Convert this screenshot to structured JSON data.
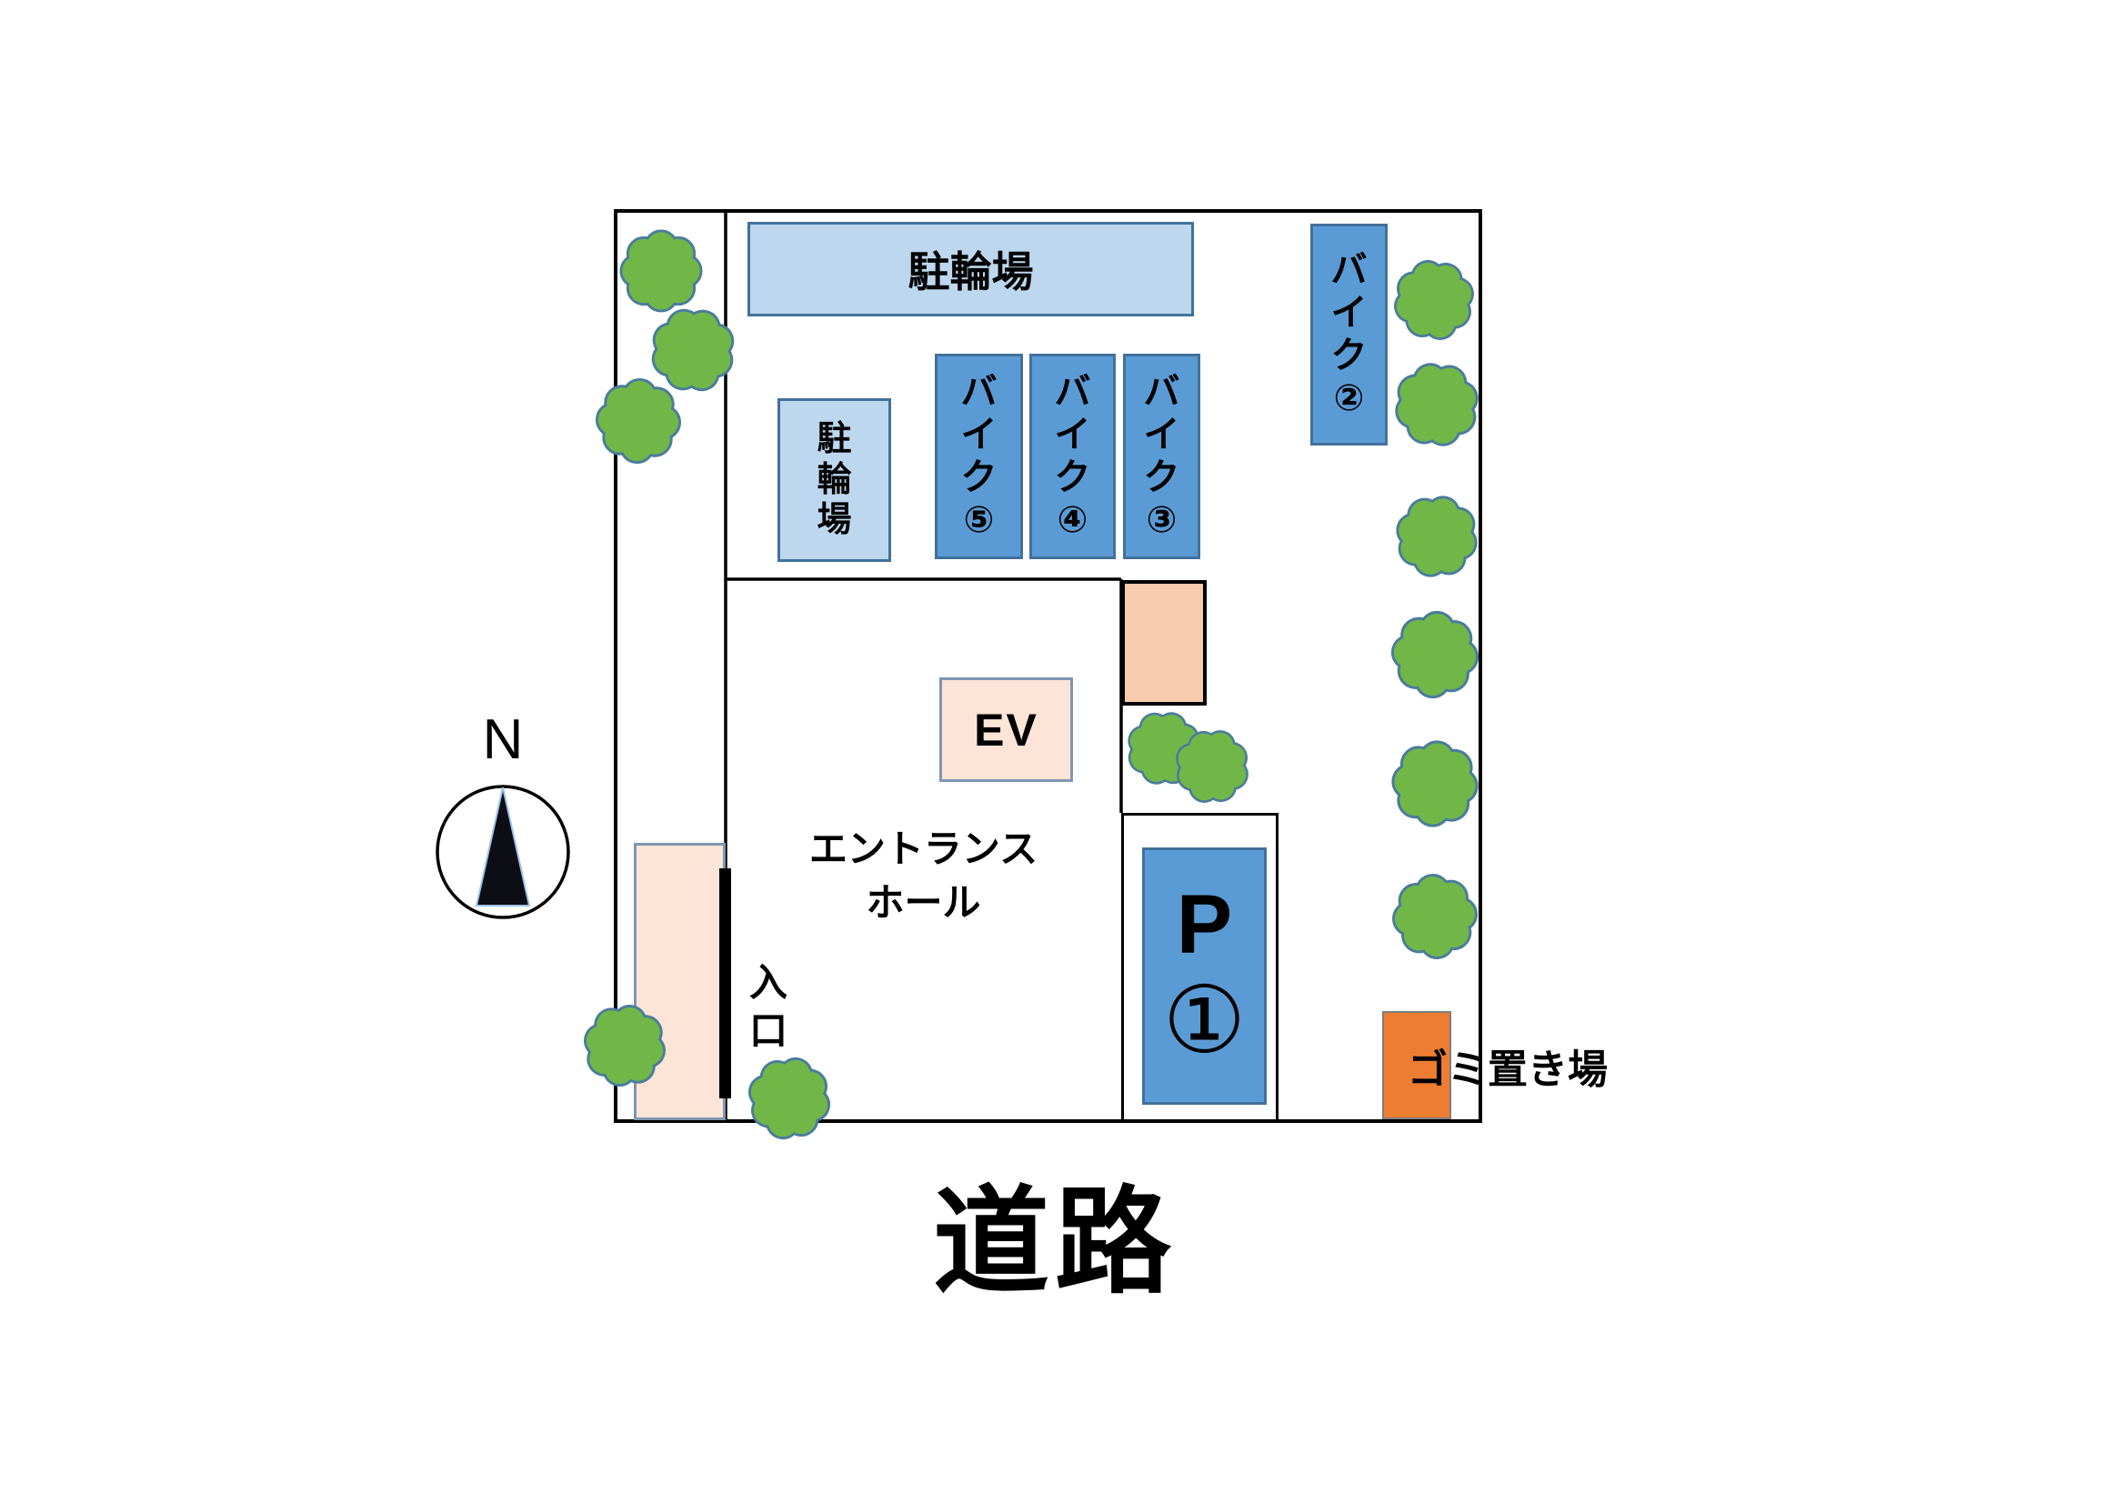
{
  "plan": {
    "road_label": "道路",
    "compass": {
      "north_label": "N"
    },
    "areas": {
      "bicycle_top": {
        "label": "駐輪場"
      },
      "bicycle_small": {
        "label": "駐輪場"
      },
      "bike5": {
        "label": "バイク⑤"
      },
      "bike4": {
        "label": "バイク④"
      },
      "bike3": {
        "label": "バイク③"
      },
      "bike2": {
        "label": "バイク②"
      },
      "elevator": {
        "label": "EV"
      },
      "entrance_hall": {
        "line1": "エントランス",
        "line2": "ホール"
      },
      "entrance": {
        "label": "入口"
      },
      "parking1": {
        "letter": "P",
        "number": "①"
      },
      "garbage": {
        "label": "ゴミ置き場"
      }
    },
    "colors": {
      "light_blue_fill": "#bdd7ee",
      "medium_blue_fill": "#5b9bd5",
      "blue_border": "#41719c",
      "peach_fill": "#fce4d6",
      "dark_peach_fill": "#f8cbad",
      "orange_fill": "#ed7d31",
      "tree_green": "#71b748",
      "tree_outline": "#4a7c9b",
      "line_black": "#000000"
    }
  }
}
